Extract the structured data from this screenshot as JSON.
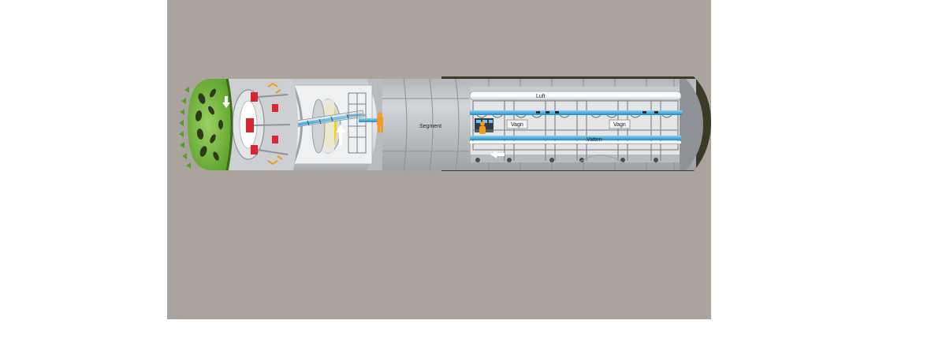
{
  "labels": {
    "luft": "Luft",
    "segment": "Segment",
    "vagn_1": "Vagn",
    "vagn_2": "Vagn",
    "vatten": "Vatten"
  },
  "colors": {
    "ground": "#aaa39e",
    "dark_soil": "#3a3a26",
    "cutter_green": "#7cc242",
    "cutter_dark": "#3c6b1e",
    "steel": "#d4d6d8",
    "steel_dark": "#8e9296",
    "segment": "#c2c5c7",
    "pipe_blue": "#57b8e6",
    "jack_red": "#d7262f",
    "yellow": "#f6d20c",
    "worker_orange": "#f29b22",
    "white": "#ffffff"
  },
  "icons": [
    "up-arrow-icon",
    "left-arrow-icon",
    "down-arrow-icon",
    "worker-icon",
    "control-panel-icon"
  ]
}
